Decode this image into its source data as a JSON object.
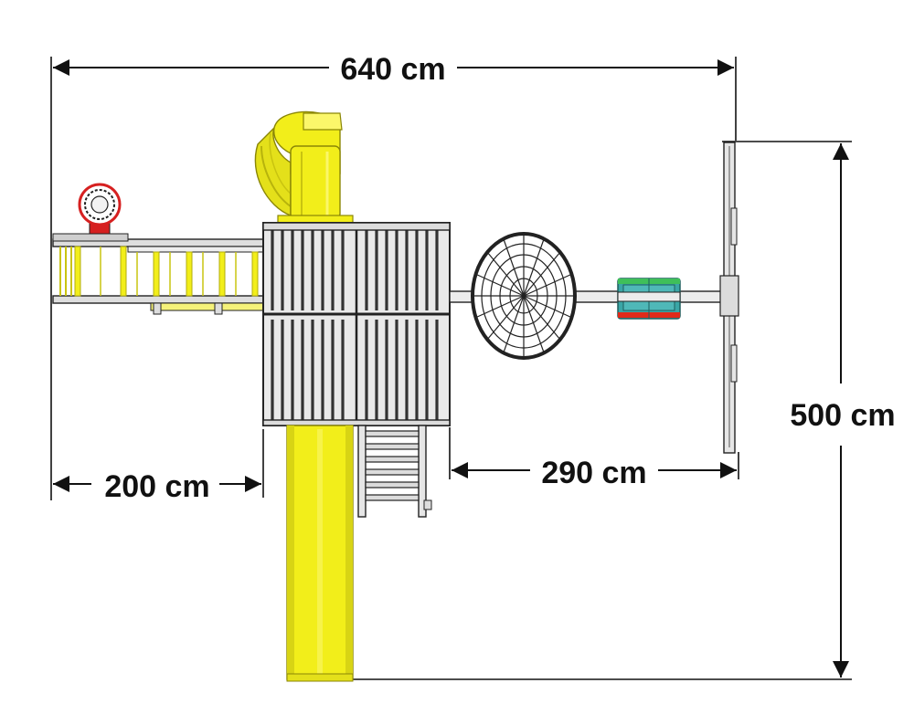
{
  "dimensions": {
    "total_width": "640 cm",
    "total_depth": "500 cm",
    "left_section": "200 cm",
    "right_section": "290 cm"
  },
  "components": [
    "tube-slide",
    "steering-wheel",
    "ladder-bridge",
    "tower-deck",
    "wave-slide",
    "entry-ladder",
    "web-nest-swing",
    "belt-swing",
    "swing-beam",
    "a-frame-leg"
  ],
  "colors": {
    "slide_yellow": "#f2ee1a",
    "slide_shadow": "#c9c410",
    "wood_line": "#222222",
    "deck_fill": "#e9e9e9",
    "wheel_red": "#d62020",
    "swing_teal": "#3aa6a6",
    "swing_green": "#3fbf5a",
    "swing_red": "#e02a1a"
  }
}
